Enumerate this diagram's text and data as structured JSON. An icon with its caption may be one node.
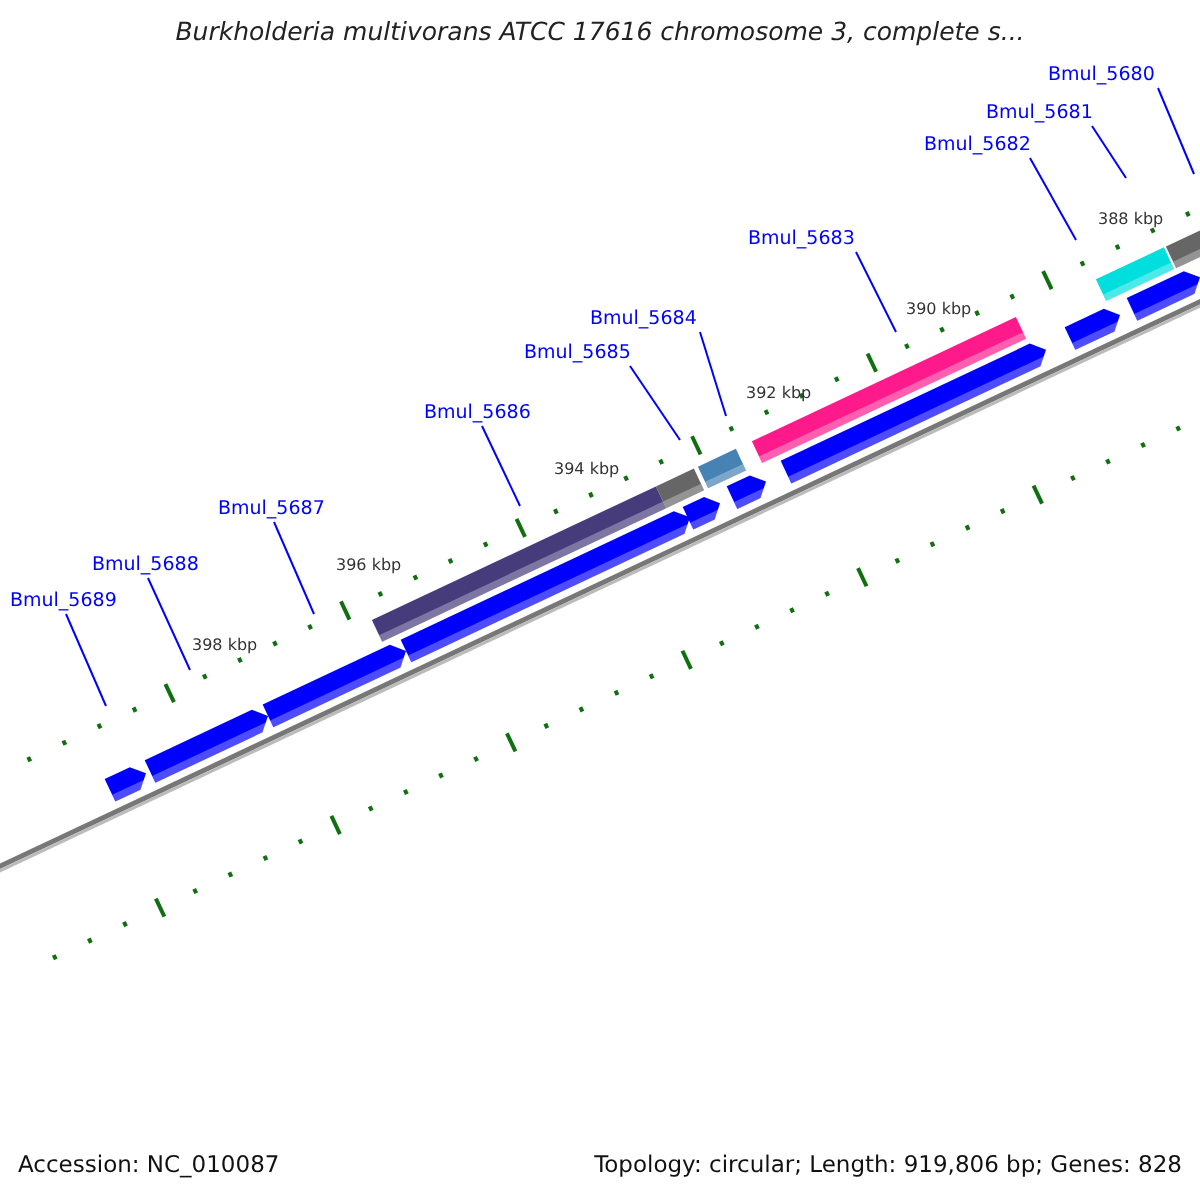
{
  "diagram": {
    "title": "Burkholderia multivorans ATCC 17616 chromosome 3, complete s...",
    "nodes": [
      {
        "text": [
          "Bmul_5680"
        ]
      },
      {
        "text": [
          "Bmul_5681"
        ]
      },
      {
        "text": [
          "Bmul_5682"
        ]
      },
      {
        "text": [
          "Bmul_5683"
        ]
      },
      {
        "text": [
          "Bmul_5684"
        ]
      },
      {
        "text": [
          "Bmul_5685"
        ]
      },
      {
        "text": [
          "Bmul_5686"
        ]
      },
      {
        "text": [
          "Bmul_5687"
        ]
      },
      {
        "text": [
          "Bmul_5688"
        ]
      },
      {
        "text": [
          "Bmul_5689"
        ]
      }
    ],
    "edges": [
      {
        "from": 0,
        "to": null,
        "arrow": "none"
      },
      {
        "from": 1,
        "to": null,
        "arrow": "none"
      },
      {
        "from": 2,
        "to": null,
        "arrow": "none"
      },
      {
        "from": 3,
        "to": null,
        "arrow": "none"
      },
      {
        "from": 4,
        "to": null,
        "arrow": "none"
      },
      {
        "from": 5,
        "to": null,
        "arrow": "none"
      },
      {
        "from": 6,
        "to": null,
        "arrow": "none"
      },
      {
        "from": 7,
        "to": null,
        "arrow": "none"
      },
      {
        "from": 8,
        "to": null,
        "arrow": "none"
      },
      {
        "from": 9,
        "to": null,
        "arrow": "none"
      }
    ],
    "labels": [
      "388 kbp",
      "390 kbp",
      "392 kbp",
      "394 kbp",
      "396 kbp",
      "398 kbp",
      "Accession: NC_010087",
      "Topology: circular; Length: 919,806 bp; Genes: 828"
    ]
  }
}
